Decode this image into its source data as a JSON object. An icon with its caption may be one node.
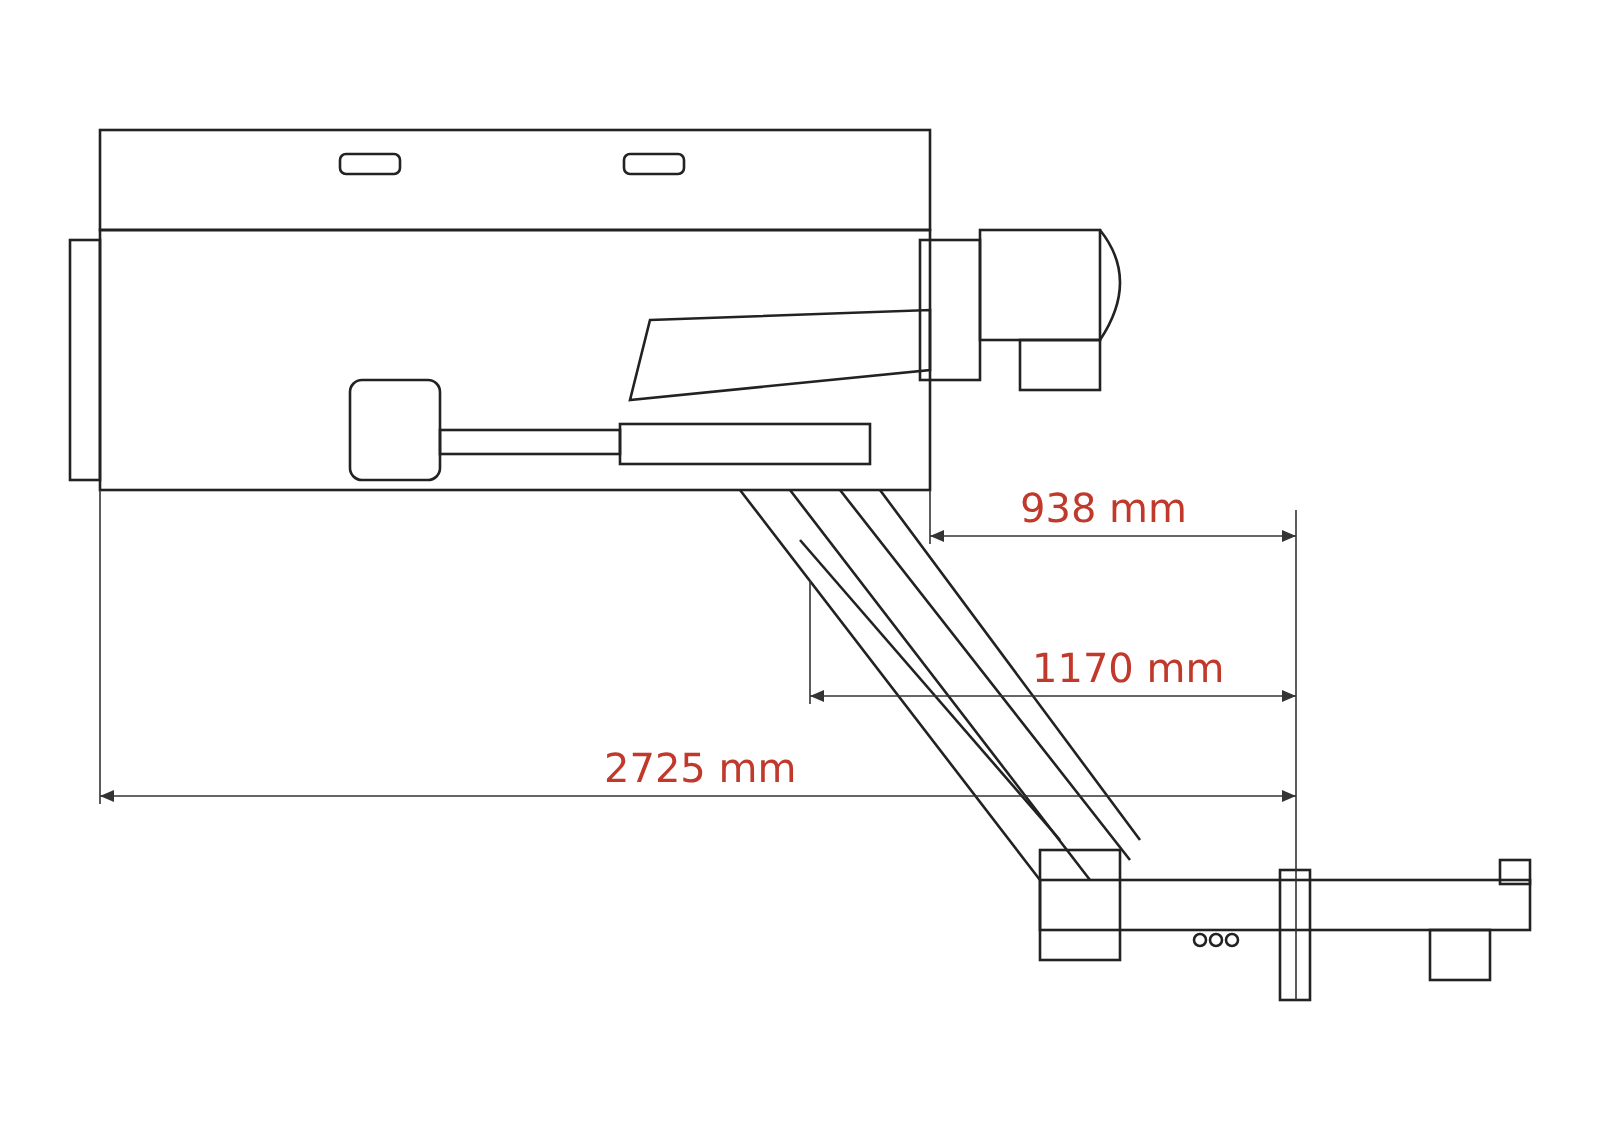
{
  "diagram": {
    "labels": [
      "938 mm",
      "1170 mm",
      "2725 mm"
    ]
  }
}
